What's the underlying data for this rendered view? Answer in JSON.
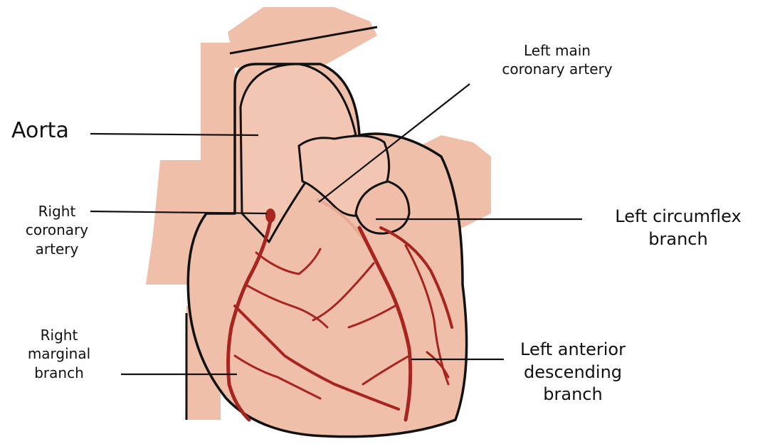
{
  "labels": {
    "aorta": "Aorta",
    "left_main": "Left main\ncoronary artery",
    "right_coronary": "Right\ncoronary\nartery",
    "left_circumflex": "Left circumflex\nbranch",
    "right_marginal": "Right\nmarginal\nbranch",
    "left_anterior_descending": "Left anterior\ndescending\nbranch"
  },
  "colors": {
    "tissue": "#efbfaa",
    "tissue_shade": "#e6a994",
    "artery": "#a8241f",
    "outline": "#111111"
  }
}
